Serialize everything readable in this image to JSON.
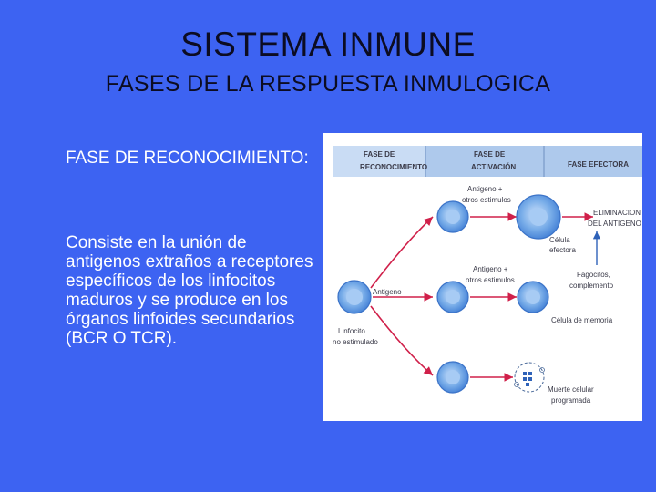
{
  "slide": {
    "title": "SISTEMA INMUNE",
    "subtitle": "FASES DE LA RESPUESTA INMULOGICA",
    "heading": "FASE DE RECONOCIMIENTO:",
    "body": "Consiste en la unión de antigenos extraños a receptores específicos de los linfocitos maduros y se produce en los órganos linfoides secundarios (BCR O TCR)."
  },
  "figure": {
    "header": {
      "phase1": [
        "FASE DE",
        "RECONOCIMIENTO"
      ],
      "phase2": [
        "FASE DE",
        "ACTIVACIÓN"
      ],
      "phase3": "FASE EFECTORA"
    },
    "labels": {
      "antigen_top": [
        "Antigeno +",
        "otros estimulos"
      ],
      "antigen_mid": [
        "Antigeno +",
        "otros estimulos"
      ],
      "antigen_left": "Antigeno",
      "lymph_naive": [
        "Linfocito",
        "no estimulado"
      ],
      "effector": [
        "Célula",
        "efectora"
      ],
      "elimination": [
        "ELIMINACION",
        "DEL ANTIGENO"
      ],
      "phagocytes": [
        "Fagocitos,",
        "complemento"
      ],
      "memory": "Célula de memoria",
      "apoptosis": [
        "Muerte celular",
        "programada"
      ]
    },
    "colors": {
      "header_band": "#aec9ec",
      "cell_fill": "#5a93e0",
      "cell_nucleus": "#9cc4f2",
      "arrow": "#d0204a",
      "text": "#3a3a48"
    }
  }
}
